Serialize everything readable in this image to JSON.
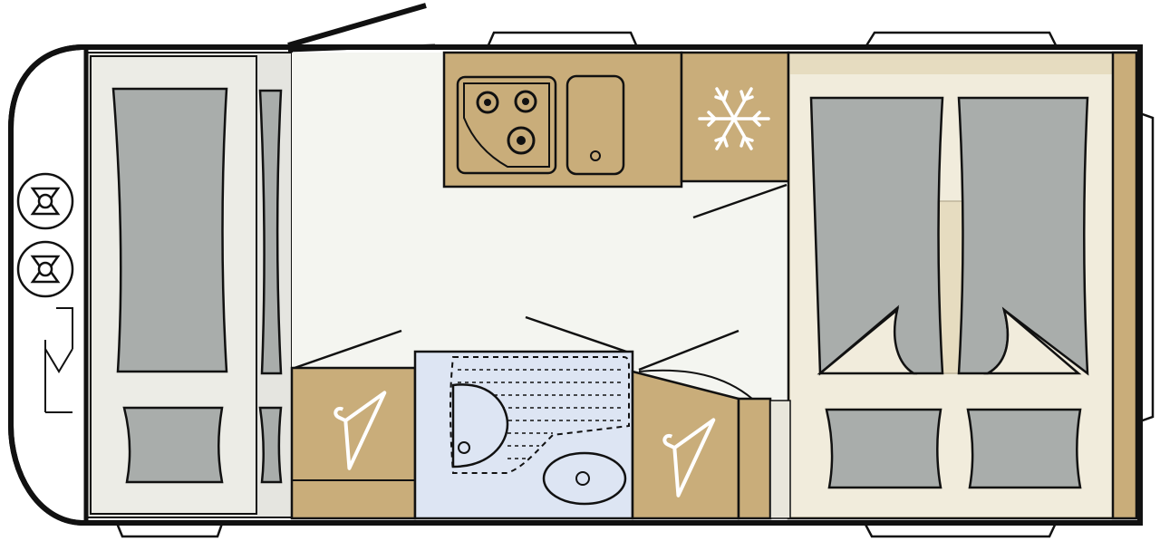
{
  "diagram": {
    "kind": "caravan-floor-plan",
    "colors": {
      "outline": "#111111",
      "floor": "#f4f5f0",
      "wood": "#c9ad7a",
      "wood_light": "#e6dcc0",
      "cushion": "#a9adab",
      "bathroom": "#dde5f3",
      "front_panel": "#e5e5e0",
      "white": "#ffffff"
    },
    "rooms": [
      {
        "id": "front-bed",
        "features": [
          "bed-mattress",
          "pillow",
          "side-mattress"
        ]
      },
      {
        "id": "kitchen",
        "features": [
          "hob-3-burner",
          "sink",
          "fridge"
        ]
      },
      {
        "id": "bathroom",
        "features": [
          "shower-tray",
          "toilet",
          "washbasin"
        ]
      },
      {
        "id": "wardrobes",
        "features": [
          "hanger",
          "hanger"
        ]
      },
      {
        "id": "rear-bedroom",
        "features": [
          "single-bed",
          "single-bed",
          "pillow",
          "pillow"
        ]
      }
    ],
    "icons": [
      "snowflake-icon",
      "hanger-icon",
      "gas-bottle-icon"
    ]
  }
}
